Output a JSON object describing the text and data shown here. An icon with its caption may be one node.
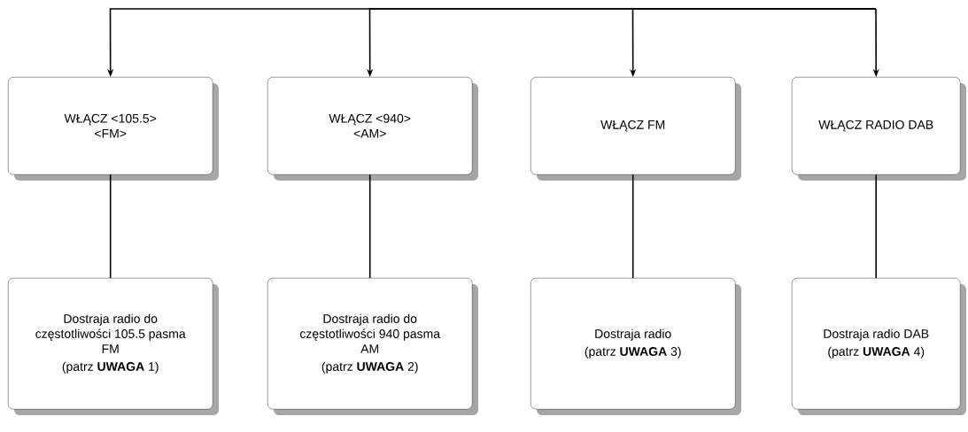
{
  "diagram": {
    "nodes": [
      {
        "text": [
          "WŁĄCZ <105.5> <FM>"
        ]
      },
      {
        "text": [
          "WŁĄCZ <940> <AM>"
        ]
      },
      {
        "text": [
          "WŁĄCZ FM"
        ]
      },
      {
        "text": [
          "WŁĄCZ RADIO DAB"
        ]
      },
      {
        "text": [
          "Dostraja radio do częstotliwości 105.5 pasma FM",
          "(patrz **UWAGA** 1)"
        ]
      },
      {
        "text": [
          "Dostraja radio do częstotliwości 940 pasma AM",
          "(patrz **UWAGA** 2)"
        ]
      },
      {
        "text": [
          "Dostraja radio",
          "(patrz **UWAGA** 3)"
        ]
      },
      {
        "text": [
          "Dostraja radio DAB",
          "(patrz **UWAGA** 4)"
        ]
      }
    ],
    "edges": [
      {
        "from": null,
        "to": 0,
        "arrow": "to"
      },
      {
        "from": null,
        "to": 1,
        "arrow": "to"
      },
      {
        "from": null,
        "to": 2,
        "arrow": "to"
      },
      {
        "from": null,
        "to": 3,
        "arrow": "to"
      },
      {
        "from": 0,
        "to": 4,
        "arrow": "none"
      },
      {
        "from": 1,
        "to": 5,
        "arrow": "none"
      },
      {
        "from": 2,
        "to": 6,
        "arrow": "none"
      },
      {
        "from": 3,
        "to": 7,
        "arrow": "none"
      }
    ]
  }
}
